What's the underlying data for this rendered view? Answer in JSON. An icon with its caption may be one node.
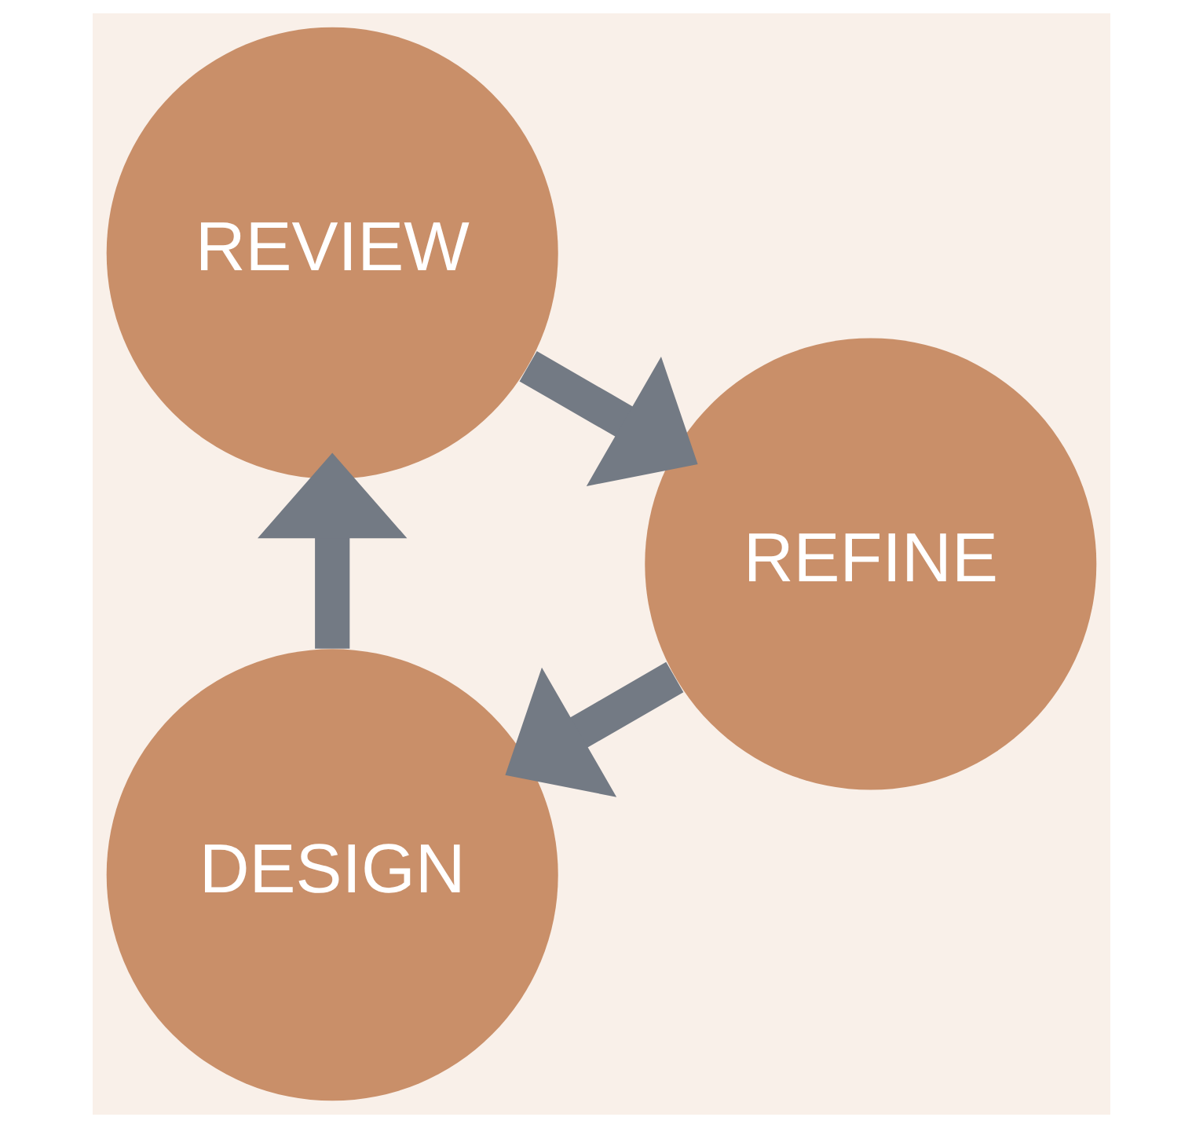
{
  "diagram": {
    "nodes": [
      {
        "text": [
          "DESIGN"
        ]
      },
      {
        "text": [
          "REVIEW"
        ]
      },
      {
        "text": [
          "REFINE"
        ]
      }
    ],
    "edges": [
      {
        "from": 0,
        "to": 1,
        "arrow": "to"
      },
      {
        "from": 1,
        "to": 2,
        "arrow": "to"
      },
      {
        "from": 2,
        "to": 0,
        "arrow": "to"
      }
    ]
  }
}
